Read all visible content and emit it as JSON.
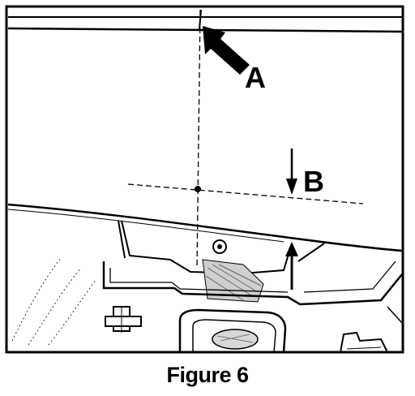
{
  "caption": "Figure 6",
  "labels": {
    "a": "A",
    "b": "B"
  },
  "colors": {
    "ink": "#000000",
    "paper": "#ffffff"
  }
}
